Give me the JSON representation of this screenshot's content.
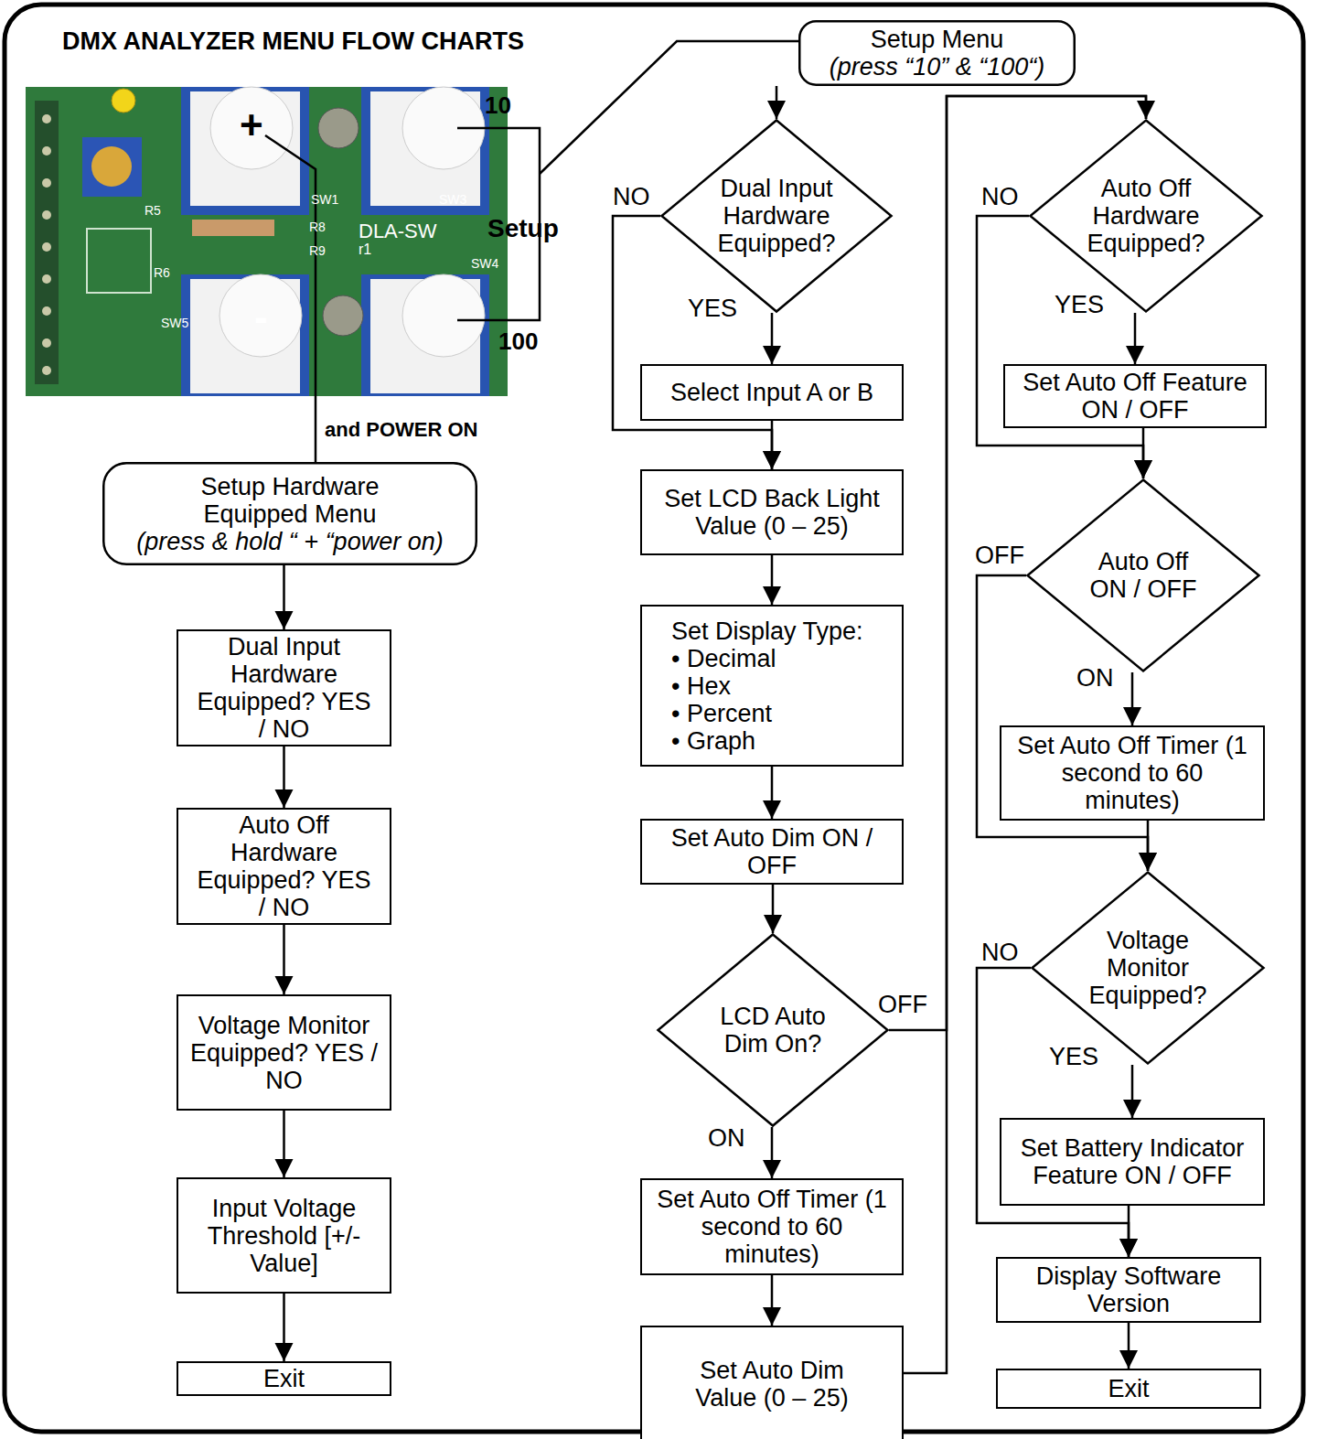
{
  "diagram": {
    "title": "DMX ANALYZER MENU FLOW CHARTS",
    "nodes": [
      {
        "text": [
          "Setup Menu",
          "(press “10” & “100“)"
        ]
      },
      {
        "text": [
          "Setup Hardware Equipped Menu",
          "(press & hold “ + “power on)"
        ]
      },
      {
        "text": [
          "Dual Input Hardware Equipped? YES / NO"
        ]
      },
      {
        "text": [
          "Auto Off Hardware Equipped? YES / NO"
        ]
      },
      {
        "text": [
          "Voltage Monitor Equipped? YES / NO"
        ]
      },
      {
        "text": [
          "Input Voltage Threshold [+/- Value]"
        ]
      },
      {
        "text": [
          "Exit"
        ]
      },
      {
        "text": [
          "Dual Input Hardware Equipped?"
        ]
      },
      {
        "text": [
          "Select Input A or B"
        ]
      },
      {
        "text": [
          "Set LCD Back Light Value (0 – 25)"
        ]
      },
      {
        "text": [
          "Set Display Type:",
          "• Decimal",
          "• Hex",
          "• Percent",
          "• Graph"
        ]
      },
      {
        "text": [
          "Set Auto Dim ON / OFF"
        ]
      },
      {
        "text": [
          "LCD Auto Dim On?"
        ]
      },
      {
        "text": [
          "Set Auto Off Timer (1 second to 60 minutes)"
        ]
      },
      {
        "text": [
          "Set Auto Dim Value (0 – 25)"
        ]
      },
      {
        "text": [
          "Auto Off Hardware Equipped?"
        ]
      },
      {
        "text": [
          "Set Auto Off Feature ON / OFF"
        ]
      },
      {
        "text": [
          "Auto Off ON / OFF"
        ]
      },
      {
        "text": [
          "Set Auto Off Timer (1 second to 60 minutes)"
        ]
      },
      {
        "text": [
          "Voltage Monitor Equipped?"
        ]
      },
      {
        "text": [
          "Set Battery Indicator Feature ON / OFF"
        ]
      },
      {
        "text": [
          "Display Software Version"
        ]
      },
      {
        "text": [
          "Exit"
        ]
      }
    ],
    "edges": [
      {
        "from": 0,
        "to": 7,
        "arrow": "to"
      },
      {
        "from": 7,
        "to": 8,
        "label": "YES",
        "arrow": "to"
      },
      {
        "from": 7,
        "to": 9,
        "label": "NO",
        "arrow": "to"
      },
      {
        "from": 8,
        "to": 9,
        "arrow": "to"
      },
      {
        "from": 9,
        "to": 10,
        "arrow": "to"
      },
      {
        "from": 10,
        "to": 11,
        "arrow": "to"
      },
      {
        "from": 11,
        "to": 12,
        "arrow": "to"
      },
      {
        "from": 12,
        "to": 13,
        "label": "ON",
        "arrow": "to"
      },
      {
        "from": 12,
        "to": 15,
        "label": "OFF",
        "arrow": "to"
      },
      {
        "from": 13,
        "to": 14,
        "arrow": "to"
      },
      {
        "from": 14,
        "to": 15,
        "arrow": "none"
      },
      {
        "from": 15,
        "to": 16,
        "label": "YES",
        "arrow": "to"
      },
      {
        "from": 15,
        "to": 17,
        "label": "NO",
        "arrow": "to"
      },
      {
        "from": 16,
        "to": 17,
        "arrow": "to"
      },
      {
        "from": 17,
        "to": 18,
        "label": "ON",
        "arrow": "to"
      },
      {
        "from": 17,
        "to": 19,
        "label": "OFF",
        "arrow": "to"
      },
      {
        "from": 18,
        "to": 19,
        "arrow": "to"
      },
      {
        "from": 19,
        "to": 20,
        "label": "YES",
        "arrow": "to"
      },
      {
        "from": 19,
        "to": 21,
        "label": "NO",
        "arrow": "to"
      },
      {
        "from": 20,
        "to": 21,
        "arrow": "to"
      },
      {
        "from": 21,
        "to": 22,
        "arrow": "to"
      },
      {
        "from": 1,
        "to": 2,
        "arrow": "to"
      },
      {
        "from": 2,
        "to": 3,
        "arrow": "to"
      },
      {
        "from": 3,
        "to": 4,
        "arrow": "to"
      },
      {
        "from": 4,
        "to": 5,
        "arrow": "to"
      },
      {
        "from": 5,
        "to": 6,
        "arrow": "to"
      }
    ],
    "labels": [
      "+",
      "-",
      "10",
      "100",
      "Setup",
      "and POWER ON",
      "SW1",
      "SW3",
      "SW4",
      "SW5",
      "R5",
      "R6",
      "R8",
      "R9",
      "DLA-SW",
      "r1"
    ]
  }
}
